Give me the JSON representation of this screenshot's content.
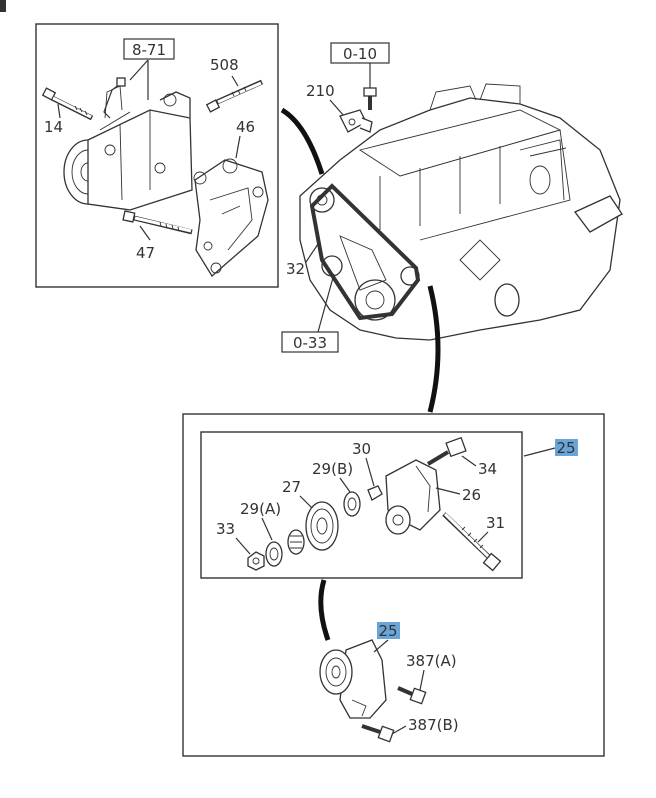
{
  "labels": {
    "ref_8_71": "8-71",
    "ref_0_10": "0-10",
    "ref_0_33": "0-33",
    "p508": "508",
    "p14": "14",
    "p46": "46",
    "p47": "47",
    "p210": "210",
    "p32": "32",
    "p25_top": "25",
    "p30": "30",
    "p29b": "29(B)",
    "p34": "34",
    "p27": "27",
    "p26": "26",
    "p29a": "29(A)",
    "p33": "33",
    "p31": "31",
    "p25_bottom": "25",
    "p387a": "387(A)",
    "p387b": "387(B)"
  },
  "colors": {
    "highlight": "#6aa5d9",
    "line": "#333333",
    "background": "#ffffff"
  }
}
